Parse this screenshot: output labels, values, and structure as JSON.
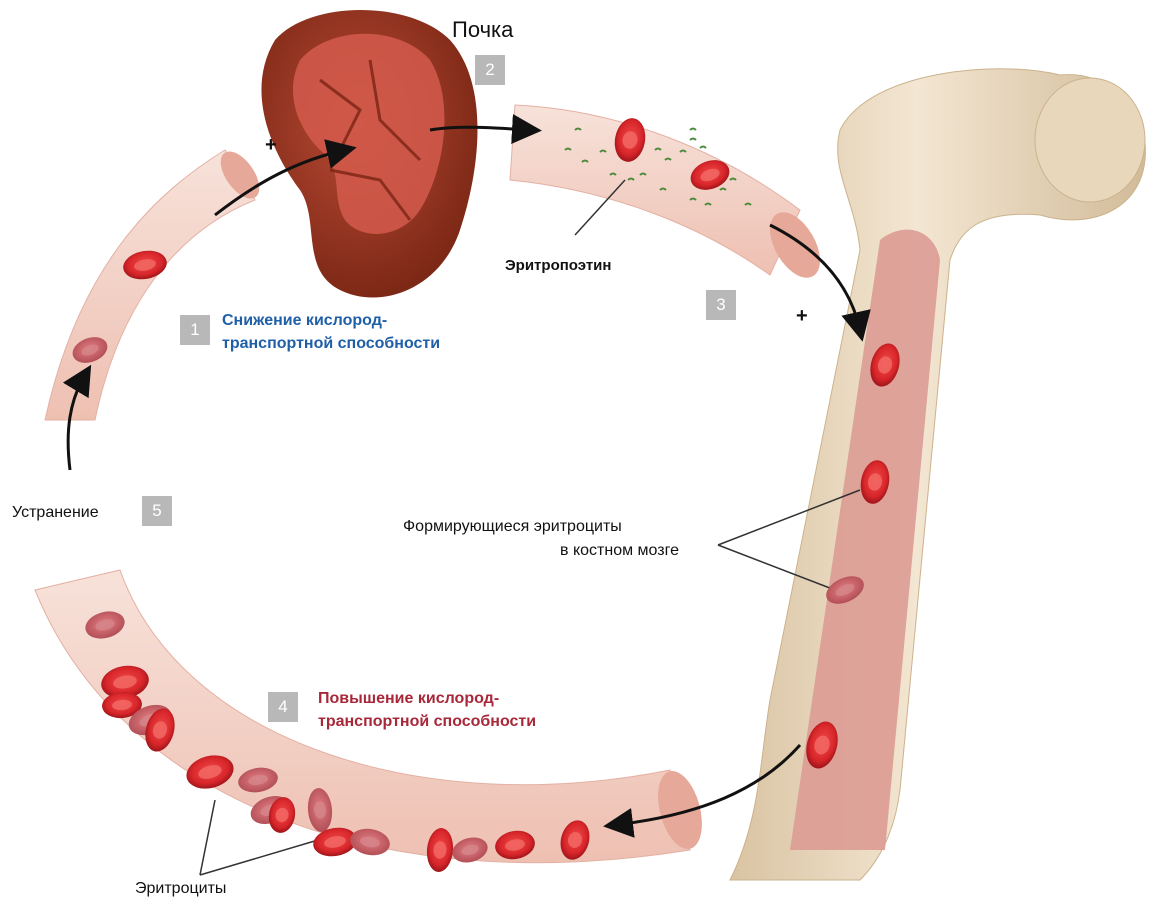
{
  "labels": {
    "kidney": "Почка",
    "epo": "Эритропоэтин",
    "step1_line1": "Снижение кислород-",
    "step1_line2": "транспортной способности",
    "step4_line1": "Повышение кислород-",
    "step4_line2": "транспортной способности",
    "resolution": "Устранение",
    "forming_line1": "Формирующиеся эритроциты",
    "forming_line2": "в костном мозге",
    "rbc": "Эритроциты"
  },
  "steps": [
    "1",
    "2",
    "3",
    "4",
    "5"
  ],
  "plus_signs": [
    "+",
    "+"
  ],
  "colors": {
    "vessel": "#f3d2c8",
    "vessel_edge": "#e2a99a",
    "rbc": "#d8262b",
    "rbc_dark": "#a81820",
    "rbc_faded": "#c55a60",
    "kidney": "#9b3220",
    "kidney_inner": "#d8584c",
    "bone": "#ecdcc4",
    "bone_shadow": "#d8c3a3",
    "marrow": "#d98f8a",
    "step1_text": "#1f5fa8",
    "step4_text": "#a8283a",
    "badge": "#b8b8b8",
    "epo_particles": "#4a8a3a"
  },
  "icons": [
    "kidney",
    "bone",
    "red-blood-cell",
    "erythropoietin-particle",
    "arrow"
  ]
}
